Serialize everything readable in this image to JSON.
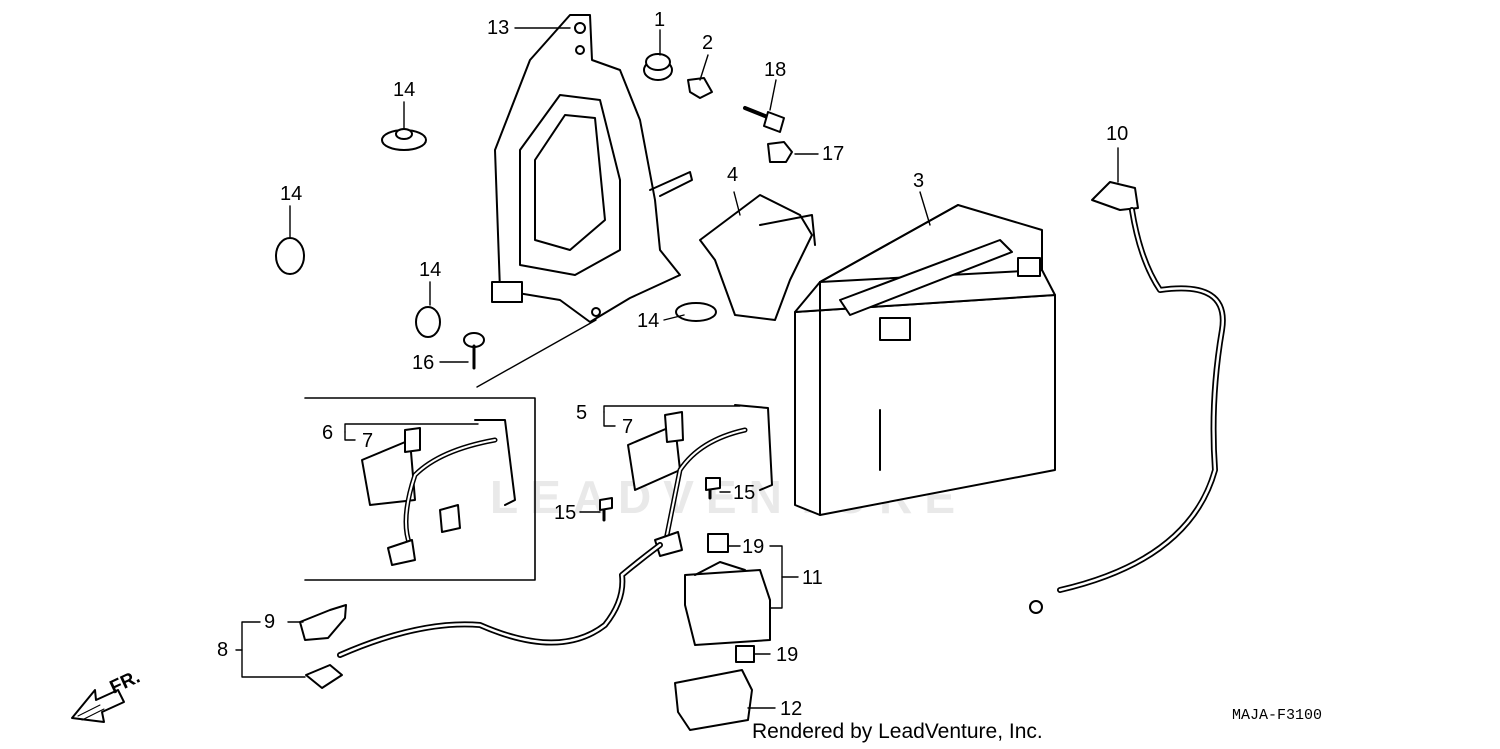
{
  "watermark": "LEADVENTURE",
  "direction_label": "FR.",
  "footer": {
    "credit": "Rendered by LeadVenture, Inc.",
    "diagram_code": "MAJA-F3100"
  },
  "callouts": {
    "c1": "1",
    "c2": "2",
    "c3": "3",
    "c4": "4",
    "c5": "5",
    "c6": "6",
    "c7a": "7",
    "c7b": "7",
    "c8": "8",
    "c9": "9",
    "c10": "10",
    "c11": "11",
    "c12": "12",
    "c13": "13",
    "c14a": "14",
    "c14b": "14",
    "c14c": "14",
    "c14d": "14",
    "c15a": "15",
    "c15b": "15",
    "c16": "16",
    "c17": "17",
    "c18": "18",
    "c19a": "19",
    "c19b": "19"
  }
}
